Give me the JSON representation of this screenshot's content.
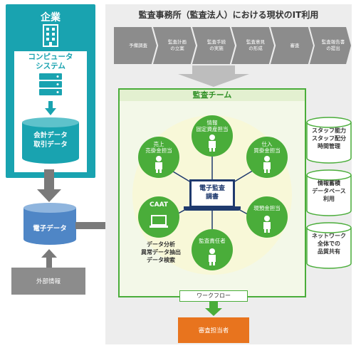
{
  "title": "監査事務所（監査法人）における現状のIT利用",
  "company": {
    "title": "企業",
    "computer_label_1": "コンピュータ",
    "computer_label_2": "システム",
    "db_label_1": "会計データ",
    "db_label_2": "取引データ"
  },
  "edata": "電子データ",
  "external": "外部情報",
  "process": [
    {
      "l1": "予備調査",
      "l2": ""
    },
    {
      "l1": "監査計画",
      "l2": "の立案"
    },
    {
      "l1": "監査手続",
      "l2": "の実施"
    },
    {
      "l1": "監査意見",
      "l2": "の形成"
    },
    {
      "l1": "審査",
      "l2": ""
    },
    {
      "l1": "監査報告書",
      "l2": "の提出"
    }
  ],
  "team": {
    "title": "監査チーム",
    "center_1": "電子監査",
    "center_2": "調書",
    "nodes": {
      "fixed_1": "情報",
      "fixed_2": "固定資産担当",
      "purch_1": "仕入",
      "purch_2": "買掛金担当",
      "sales_1": "売上",
      "sales_2": "売掛金担当",
      "cash": "現預金担当",
      "caat": "CAAT",
      "manager": "監査責任者"
    },
    "caat_desc": [
      "データ分析",
      "異常データ抽出",
      "データ検索"
    ]
  },
  "workflow": "ワークフロー",
  "reviewer": "審査担当者",
  "side": [
    [
      "スタッフ能力",
      "スタッフ配分",
      "時間管理"
    ],
    [
      "情報蓄積",
      "データベース",
      "利用"
    ],
    [
      "ネットワーク",
      "全体での",
      "品質共有"
    ]
  ],
  "colors": {
    "teal": "#19a3b0",
    "green": "#4aad3a",
    "gray": "#8c8c8c",
    "orange": "#e8741e",
    "navy": "#1f3a6e"
  }
}
